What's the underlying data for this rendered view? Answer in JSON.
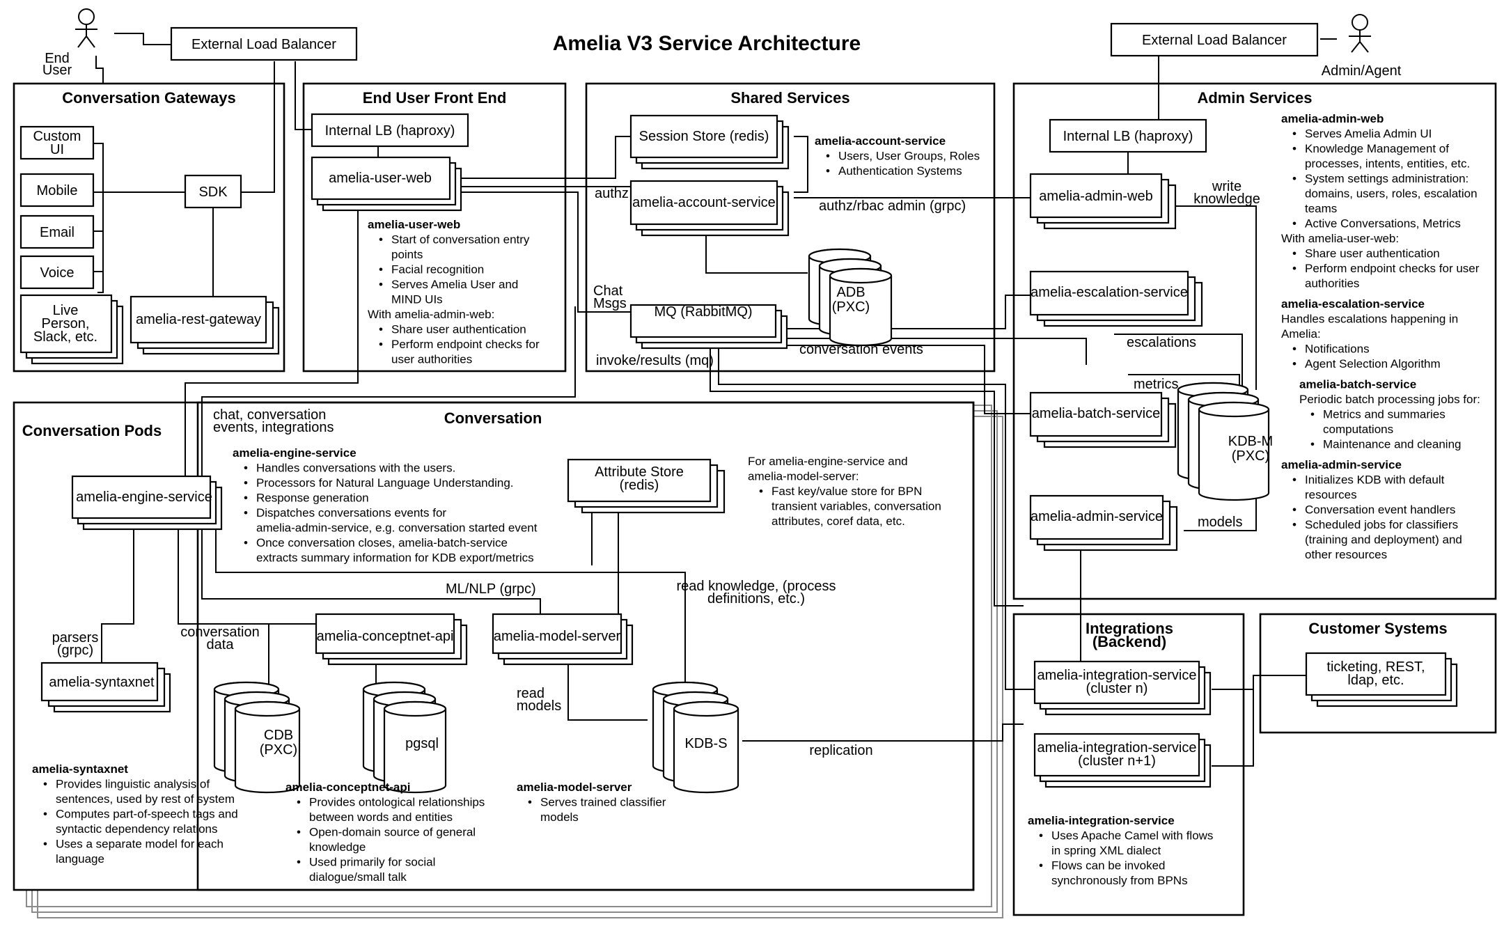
{
  "title": "Amelia V3 Service Architecture",
  "actors": {
    "end_user": [
      "End",
      "User"
    ],
    "admin": "Admin/Agent"
  },
  "groups": {
    "conversation_gateways": "Conversation Gateways",
    "end_user_front_end": "End User Front End",
    "shared_services": "Shared Services",
    "admin_services": "Admin Services",
    "conversation_pods": "Conversation Pods",
    "conversation": "Conversation",
    "integrations": [
      "Integrations",
      "(Backend)"
    ],
    "customer_systems": "Customer Systems"
  },
  "boxes": {
    "elb_left": "External Load Balancer",
    "elb_right": "External Load Balancer",
    "custom_ui": [
      "Custom",
      "UI"
    ],
    "mobile": "Mobile",
    "email": "Email",
    "voice": "Voice",
    "live_person": [
      "Live",
      "Person,",
      "Slack, etc."
    ],
    "sdk": "SDK",
    "rest_gateway": "amelia-rest-gateway",
    "internal_lb_front": "Internal LB (haproxy)",
    "user_web": "amelia-user-web",
    "session_store": "Session Store (redis)",
    "account_service": "amelia-account-service",
    "adb": [
      "ADB",
      "(PXC)"
    ],
    "mq": "MQ (RabbitMQ)",
    "internal_lb_admin": "Internal LB (haproxy)",
    "admin_web": "amelia-admin-web",
    "escalation_service": "amelia-escalation-service",
    "batch_service": "amelia-batch-service",
    "kdbm": [
      "KDB-M",
      "(PXC)"
    ],
    "admin_service": "amelia-admin-service",
    "engine_service": "amelia-engine-service",
    "attribute_store": [
      "Attribute Store",
      "(redis)"
    ],
    "syntaxnet": "amelia-syntaxnet",
    "cdb": [
      "CDB",
      "(PXC)"
    ],
    "conceptnet": "amelia-conceptnet-api",
    "pgsql": "pgsql",
    "model_server": "amelia-model-server",
    "kdbs": "KDB-S",
    "integration_n": [
      "amelia-integration-service",
      "(cluster n)"
    ],
    "integration_n1": [
      "amelia-integration-service",
      "(cluster n+1)"
    ],
    "ticketing": [
      "ticketing, REST,",
      "ldap, etc."
    ]
  },
  "edge_labels": {
    "authz": "authz",
    "chat_msgs": [
      "Chat",
      "Msgs"
    ],
    "invoke_results": "invoke/results (mq)",
    "conversation_events": "conversation events",
    "authz_rbac": "authz/rbac admin (grpc)",
    "write_knowledge": [
      "write",
      "knowledge"
    ],
    "escalations": "escalations",
    "metrics": "metrics",
    "models": "models",
    "chat_conv": [
      "chat, conversation",
      "events, integrations"
    ],
    "ml_nlp": "ML/NLP (grpc)",
    "read_knowledge": [
      "read knowledge, (process",
      "definitions, etc.)"
    ],
    "parsers": [
      "parsers",
      "(grpc)"
    ],
    "conversation_data": [
      "conversation",
      "data"
    ],
    "read_models": [
      "read",
      "models"
    ],
    "replication": "replication"
  },
  "notes": {
    "user_web": {
      "head": "amelia-user-web",
      "lines": [
        {
          "b": "•",
          "t": "Start of conversation entry"
        },
        {
          "b": "",
          "t": "points"
        },
        {
          "b": "•",
          "t": "Facial recognition"
        },
        {
          "b": "•",
          "t": "Serves Amelia User and"
        },
        {
          "b": "",
          "t": "MIND UIs"
        },
        {
          "b": "-",
          "t": "With amelia-admin-web:"
        },
        {
          "b": "•",
          "t": "Share user authentication"
        },
        {
          "b": "•",
          "t": "Perform endpoint checks for"
        },
        {
          "b": "",
          "t": "user authorities"
        }
      ]
    },
    "account": {
      "head": "amelia-account-service",
      "lines": [
        {
          "b": "•",
          "t": "Users, User Groups, Roles"
        },
        {
          "b": "•",
          "t": "Authentication Systems"
        }
      ]
    },
    "admin_right": {
      "blocks": [
        {
          "head": "amelia-admin-web",
          "lines": [
            {
              "b": "•",
              "t": "Serves Amelia Admin UI"
            },
            {
              "b": "•",
              "t": "Knowledge Management of"
            },
            {
              "b": "",
              "t": "processes, intents, entities, etc."
            },
            {
              "b": "•",
              "t": "System settings administration:"
            },
            {
              "b": "",
              "t": "domains, users, roles, escalation"
            },
            {
              "b": "",
              "t": "teams"
            },
            {
              "b": "•",
              "t": "Active Conversations, Metrics"
            },
            {
              "b": "-",
              "t": "With amelia-user-web:"
            },
            {
              "b": "•",
              "t": "Share user authentication"
            },
            {
              "b": "•",
              "t": "Perform endpoint checks for user"
            },
            {
              "b": "",
              "t": "authorities"
            }
          ]
        },
        {
          "head": "amelia-escalation-service",
          "lines": [
            {
              "b": "-",
              "t": "Handles escalations happening in"
            },
            {
              "b": "-",
              "t": "Amelia:"
            },
            {
              "b": "•",
              "t": "Notifications"
            },
            {
              "b": "•",
              "t": "Agent Selection Algorithm"
            }
          ]
        },
        {
          "head": "amelia-batch-service",
          "indent": true,
          "lines": [
            {
              "b": "-",
              "t": "Periodic batch processing jobs for:"
            },
            {
              "b": "•",
              "t": "Metrics and summaries"
            },
            {
              "b": "",
              "t": "computations"
            },
            {
              "b": "•",
              "t": "Maintenance and cleaning"
            }
          ]
        },
        {
          "head": "amelia-admin-service",
          "lines": [
            {
              "b": "•",
              "t": "Initializes KDB with default"
            },
            {
              "b": "",
              "t": "resources"
            },
            {
              "b": "•",
              "t": "Conversation event handlers"
            },
            {
              "b": "•",
              "t": "Scheduled jobs for classifiers"
            },
            {
              "b": "",
              "t": "(training and deployment) and"
            },
            {
              "b": "",
              "t": "other resources"
            }
          ]
        }
      ]
    },
    "engine": {
      "head": "amelia-engine-service",
      "lines": [
        {
          "b": "•",
          "t": "Handles conversations with the users."
        },
        {
          "b": "•",
          "t": "Processors for Natural Language Understanding."
        },
        {
          "b": "•",
          "t": "Response generation"
        },
        {
          "b": "•",
          "t": "Dispatches conversations events for"
        },
        {
          "b": "",
          "t": "amelia-admin-service, e.g. conversation started event"
        },
        {
          "b": "•",
          "t": "Once conversation closes, amelia-batch-service"
        },
        {
          "b": "",
          "t": "extracts summary information for KDB export/metrics"
        }
      ]
    },
    "attr_store": {
      "head": "",
      "lines": [
        {
          "b": "-",
          "t": "For amelia-engine-service and"
        },
        {
          "b": "-",
          "t": "amelia-model-server:"
        },
        {
          "b": "•",
          "t": "Fast key/value store for BPN"
        },
        {
          "b": "",
          "t": "transient variables, conversation"
        },
        {
          "b": "",
          "t": "attributes, coref data, etc."
        }
      ]
    },
    "syntaxnet": {
      "head": "amelia-syntaxnet",
      "lines": [
        {
          "b": "•",
          "t": "Provides linguistic analysis of"
        },
        {
          "b": "",
          "t": "sentences, used by rest of system"
        },
        {
          "b": "•",
          "t": "Computes part-of-speech tags and"
        },
        {
          "b": "",
          "t": "syntactic dependency relations"
        },
        {
          "b": "•",
          "t": "Uses a separate model for each"
        },
        {
          "b": "",
          "t": "language"
        }
      ]
    },
    "conceptnet": {
      "head": "amelia-conceptnet-api",
      "lines": [
        {
          "b": "•",
          "t": "Provides ontological relationships"
        },
        {
          "b": "",
          "t": "between words and entities"
        },
        {
          "b": "•",
          "t": "Open-domain source of general"
        },
        {
          "b": "",
          "t": "knowledge"
        },
        {
          "b": "•",
          "t": "Used primarily for social"
        },
        {
          "b": "",
          "t": "dialogue/small talk"
        }
      ]
    },
    "model_server": {
      "head": "amelia-model-server",
      "lines": [
        {
          "b": "•",
          "t": "Serves trained classifier"
        },
        {
          "b": "",
          "t": "models"
        }
      ]
    },
    "integration": {
      "head": "amelia-integration-service",
      "lines": [
        {
          "b": "•",
          "t": "Uses Apache Camel with flows"
        },
        {
          "b": "",
          "t": "in spring XML dialect"
        },
        {
          "b": "•",
          "t": "Flows can be invoked"
        },
        {
          "b": "",
          "t": "synchronously from BPNs"
        }
      ]
    }
  }
}
